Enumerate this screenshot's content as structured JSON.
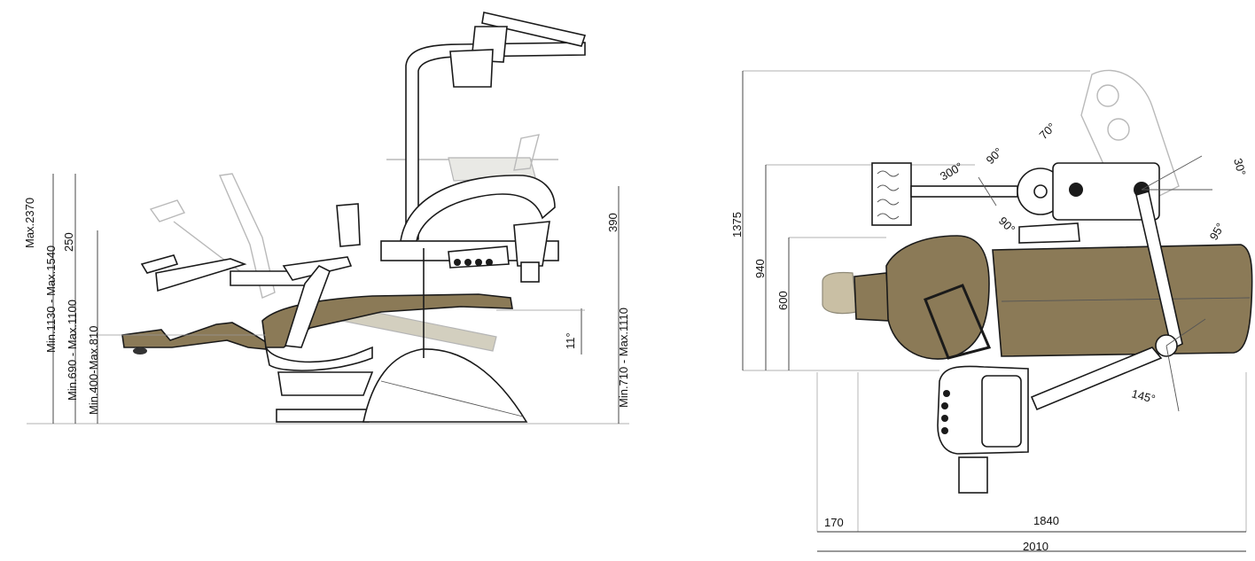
{
  "colors": {
    "upholstery": "#8b7a57",
    "upholstery_dark": "#6f6244",
    "headrest_pad": "#c9bfa4",
    "ghost_upholstery": "#d3cfbf",
    "line": "#1a1a1a"
  },
  "side_view": {
    "dimensions": {
      "max_height": "Max.2370",
      "delivery_height": "Min.1130 - Max.1540",
      "delivery_offset": "250",
      "armrest_height": "Min.690 - Max.1100",
      "seat_height": "Min.400-Max.810",
      "cuspidor_height": "Min.710 - Max.1110",
      "cuspidor_offset": "390",
      "tilt_angle": "11°"
    }
  },
  "top_view": {
    "dimensions": {
      "depth_total": "1375",
      "depth_mid": "940",
      "depth_min": "600",
      "length_offset": "170",
      "length_chair": "1840",
      "length_total": "2010"
    },
    "angles": {
      "a300": "300°",
      "a90_top": "90°",
      "a90_bottom": "90°",
      "a70": "70°",
      "a30": "30°",
      "a95": "95°",
      "a145": "145°"
    }
  }
}
